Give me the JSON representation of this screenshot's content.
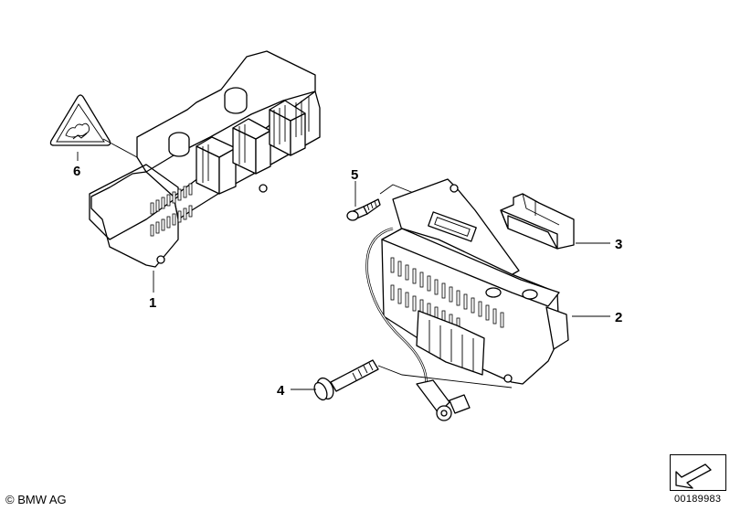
{
  "callouts": {
    "c1": "1",
    "c2": "2",
    "c3": "3",
    "c4": "4",
    "c5": "5",
    "c6": "6"
  },
  "footer": {
    "copyright": "© BMW AG",
    "reference": "00189983"
  },
  "icons": {
    "warning_label": "electric-hazard-triangle-icon",
    "navigation": "arrow-navigation-icon"
  }
}
